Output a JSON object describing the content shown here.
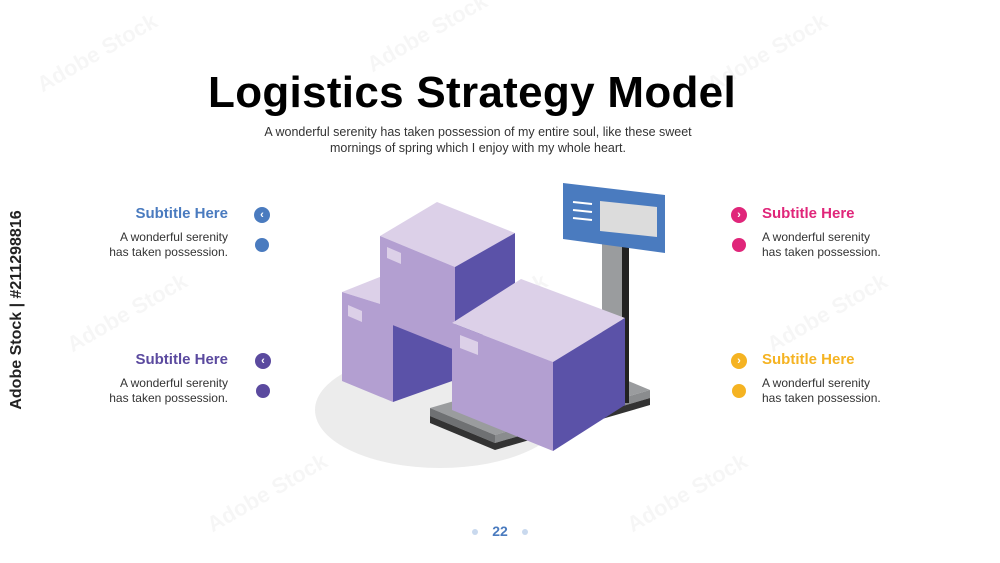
{
  "title": "Logistics Strategy Model",
  "subtitle_line1": "A wonderful serenity has taken possession of my entire soul, like these sweet",
  "subtitle_line2": "mornings of spring which I enjoy with my whole heart.",
  "blocks": [
    {
      "heading": "Subtitle Here",
      "line1": "A wonderful serenity",
      "line2": "has taken possession.",
      "color": "#4a7bbf",
      "chevron": "‹"
    },
    {
      "heading": "Subtitle Here",
      "line1": "A wonderful serenity",
      "line2": "has taken possession.",
      "color": "#5b4a9f",
      "chevron": "‹"
    },
    {
      "heading": "Subtitle Here",
      "line1": "A wonderful serenity",
      "line2": "has taken possession.",
      "color": "#e0267a",
      "chevron": "›"
    },
    {
      "heading": "Subtitle Here",
      "line1": "A wonderful serenity",
      "line2": "has taken possession.",
      "color": "#f5b322",
      "chevron": "›"
    }
  ],
  "page_number": "22",
  "stock_id": "Adobe Stock | #211298816",
  "watermark_text": "Adobe Stock",
  "colors": {
    "box_top": "#dcd0e8",
    "box_left": "#b39fd1",
    "box_right": "#5b52a8",
    "scale_gray": "#9a9c9e",
    "screen_blue": "#4a7bbf"
  }
}
